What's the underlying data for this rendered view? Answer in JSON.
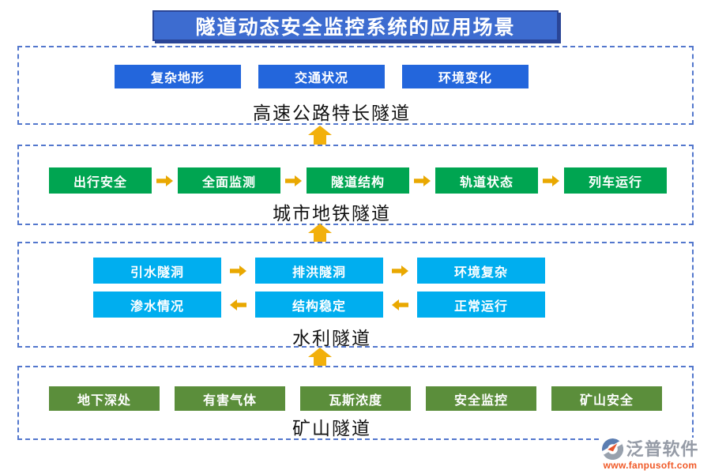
{
  "title": "隧道动态安全监控系统的应用场景",
  "colors": {
    "banner_fill": "#3d6cd0",
    "banner_border": "#2a4596",
    "section_border": "#5377cd",
    "highway_button": "#2366dc",
    "metro_button": "#00a551",
    "water_button": "#00aeef",
    "mine_button": "#5b8e3b",
    "flow_arrow": "#e9a801",
    "up_arrow": "#f2b00c",
    "label_text": "#111111",
    "logo_text": "#959ba6",
    "logo_url": "#f05a28"
  },
  "icons": {
    "up_arrow": "block-arrow-up",
    "flow_right": "block-arrow-right",
    "flow_left": "block-arrow-left",
    "logo_mark": "fanpu-circle-logo"
  },
  "sections": [
    {
      "id": "highway",
      "label": "高速公路特长隧道",
      "buttons": [
        "复杂地形",
        "交通状况",
        "环境变化"
      ]
    },
    {
      "id": "metro",
      "label": "城市地铁隧道",
      "flow_direction": "right",
      "buttons": [
        "出行安全",
        "全面监测",
        "隧道结构",
        "轨道状态",
        "列车运行"
      ]
    },
    {
      "id": "water",
      "label": "水利隧道",
      "rows": [
        {
          "direction": "right",
          "buttons": [
            "引水隧洞",
            "排洪隧洞",
            "环境复杂"
          ]
        },
        {
          "direction": "left",
          "buttons": [
            "渗水情况",
            "结构稳定",
            "正常运行"
          ]
        }
      ]
    },
    {
      "id": "mine",
      "label": "矿山隧道",
      "buttons": [
        "地下深处",
        "有害气体",
        "瓦斯浓度",
        "安全监控",
        "矿山安全"
      ]
    }
  ],
  "logo": {
    "name": "泛普软件",
    "url": "www.fanpusoft.com"
  }
}
